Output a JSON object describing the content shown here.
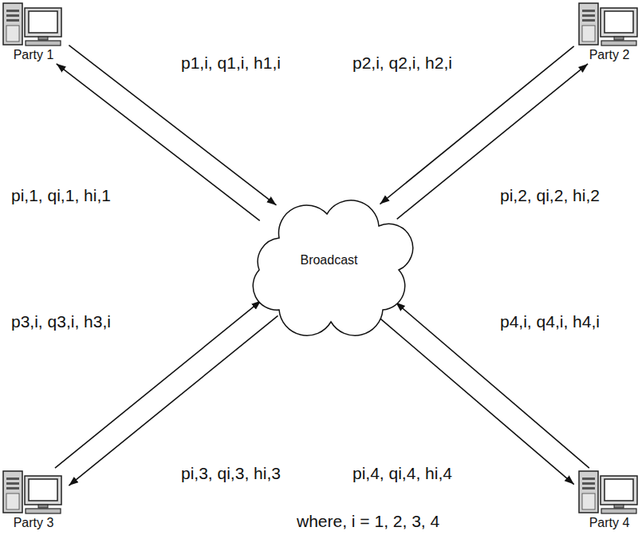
{
  "diagram": {
    "nodes": [
      {
        "text": [
          "Party 1"
        ]
      },
      {
        "text": [
          "Party 2"
        ]
      },
      {
        "text": [
          "Broadcast"
        ]
      },
      {
        "text": [
          "Party 3"
        ]
      },
      {
        "text": [
          "Party 4"
        ]
      }
    ],
    "edges": [
      {
        "from": 0,
        "to": 2,
        "label": "p1,i, q1,i, h1,i",
        "arrow": "to"
      },
      {
        "from": 2,
        "to": 0,
        "label": "pi,1, qi,1, hi,1",
        "arrow": "to"
      },
      {
        "from": 1,
        "to": 2,
        "label": "p2,i, q2,i, h2,i",
        "arrow": "to"
      },
      {
        "from": 2,
        "to": 1,
        "label": "pi,2, qi,2, hi,2",
        "arrow": "to"
      },
      {
        "from": 3,
        "to": 2,
        "label": "p3,i, q3,i, h3,i",
        "arrow": "to"
      },
      {
        "from": 2,
        "to": 3,
        "label": "pi,3, qi,3, hi,3",
        "arrow": "to"
      },
      {
        "from": 4,
        "to": 2,
        "label": "p4,i, q4,i, h4,i",
        "arrow": "to"
      },
      {
        "from": 2,
        "to": 4,
        "label": "pi,4, qi,4, hi,4",
        "arrow": "to"
      }
    ],
    "labels": [
      "where, i = 1, 2, 3, 4"
    ]
  }
}
